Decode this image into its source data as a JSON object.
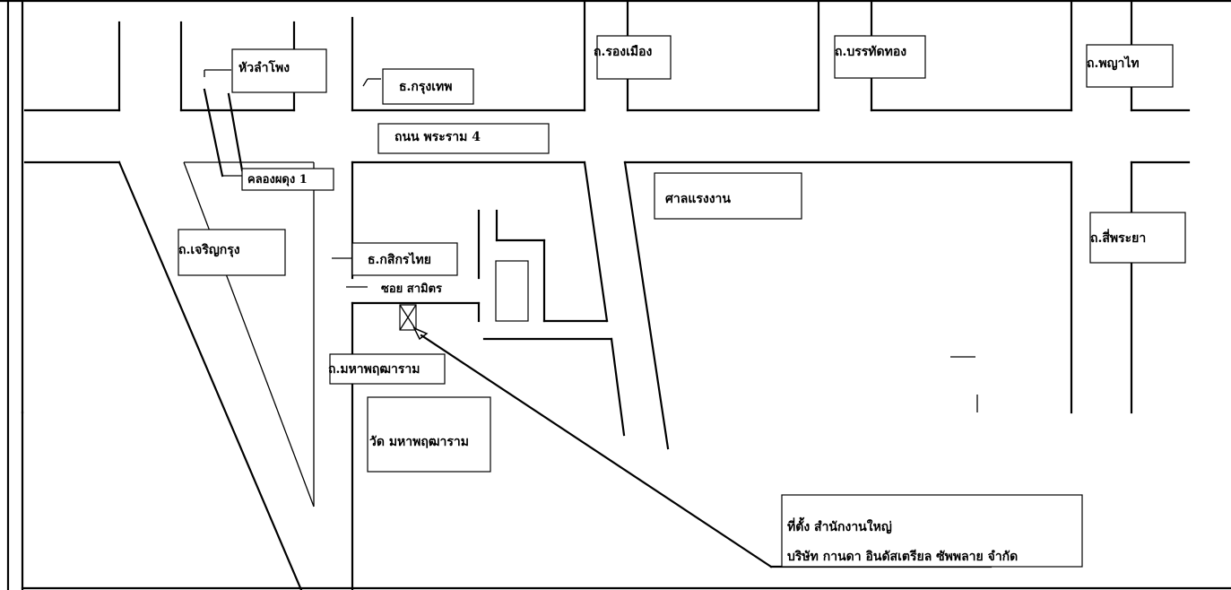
{
  "labels": {
    "hua_lamphong": "หัวลำโพง",
    "bangkok_bank": "ธ.กรุงเทพ",
    "rong_mueang": "ถ.รองเมือง",
    "banthat_thong": "ถ.บรรทัดทอง",
    "phaya_thai": "ถ.พญาไท",
    "rama4": "ถนน พระราม 4",
    "khlong_phadung": "คลองผดุง 1",
    "labour_court": "ศาลแรงงาน",
    "charoen_krung": "ถ.เจริญกรุง",
    "kasikorn_bank": "ธ.กสิกรไทย",
    "soi_sanmit": "ซอย สามิตร",
    "si_phraya": "ถ.สี่พระยา",
    "maha_phruettharam_road": "ถ.มหาพฤฒาราม",
    "wat_maha_phruettharam": "วัด มหาพฤฒาราม",
    "hq_line1": "ที่ตั้ง สำนักงานใหญ่",
    "hq_line2": "บริษัท กานดา อินดัสเตรียล ซัพพลาย จำกัด"
  },
  "colors": {
    "ink": "#000000",
    "paper": "#ffffff"
  }
}
